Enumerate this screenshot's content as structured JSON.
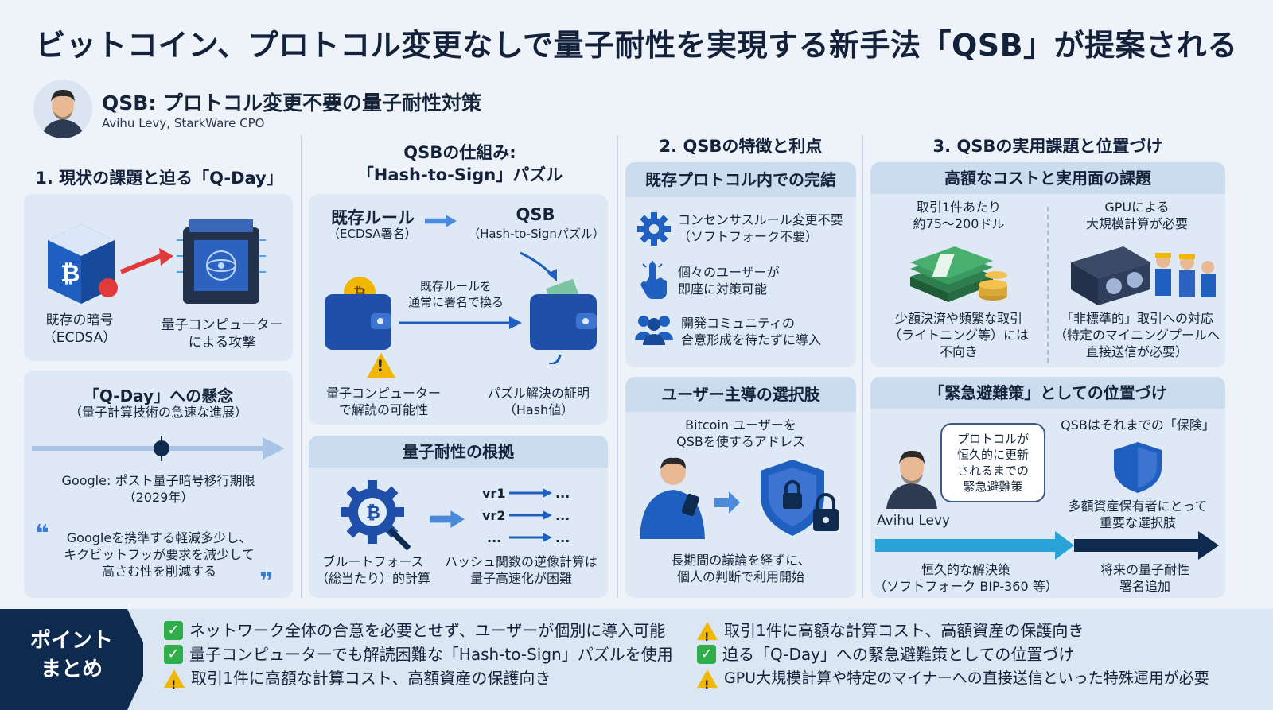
{
  "title": "ビットコイン、プロトコル変更なしで量子耐性を実現する新手法「QSB」が提案される",
  "header": {
    "subtitle": "QSB: プロトコル変更不要の量子耐性対策",
    "author": "Avihu Levy, StarkWare CPO"
  },
  "col1": {
    "heading": "1. 現状の課題と迫る「Q-Day」",
    "existing_crypto": [
      "既存の暗号",
      "（ECDSA）"
    ],
    "quantum_attack": [
      "量子コンピューター",
      "による攻撃"
    ],
    "qday_title": "「Q-Day」への懸念",
    "qday_sub": "（量子計算技術の急速な進展）",
    "google_label": [
      "Google: ポスト量子暗号移行期限",
      "（2029年）"
    ],
    "quote": [
      "Googleを携準する軽減多少し、",
      "キクビットフッが要求を減少して",
      "高さむ性を削減する"
    ]
  },
  "col2": {
    "heading": [
      "QSBの仕組み:",
      "「Hash-to-Sign」パズル"
    ],
    "rule_label": "既存ルール",
    "rule_sub": "（ECDSA署名）",
    "qsb_label": "QSB",
    "qsb_sub": "（Hash-to-Signパズル）",
    "replace_text": [
      "既存ルールを",
      "通常に署名で換る"
    ],
    "risk_text": [
      "量子コンピューター",
      "で解読の可能性"
    ],
    "proof_text": [
      "パズル解決の証明",
      "（Hash値）"
    ],
    "basis_head": "量子耐性の根拠",
    "vr1": "vr1",
    "vr2": "vr2",
    "ellipsis": "...",
    "brute_text": [
      "ブルートフォース",
      "（総当たり）的計算"
    ],
    "hash_text": [
      "ハッシュ関数の逆像計算は",
      "量子高速化が困難"
    ]
  },
  "col3": {
    "heading": "2. QSBの特徴と利点",
    "card1_head": "既存プロトコル内での完結",
    "feat1": [
      "コンセンサスルール変更不要",
      "（ソフトフォーク不要）"
    ],
    "feat2": [
      "個々のユーザーが",
      "即座に対策可能"
    ],
    "feat3": [
      "開発コミュニティの",
      "合意形成を待たずに導入"
    ],
    "card2_head": "ユーザー主導の選択肢",
    "user_text": [
      "Bitcoin ユーザーを",
      "QSBを使するアドレス"
    ],
    "long_text": [
      "長期間の議論を経ずに、",
      "個人の判断で利用開始"
    ]
  },
  "col4": {
    "heading": "3. QSBの実用課題と位置づけ",
    "card1_head": "高額なコストと実用面の課題",
    "cost_text": [
      "取引1件あたり",
      "約75〜200ドル"
    ],
    "gpu_text": [
      "GPUによる",
      "大規模計算が必要"
    ],
    "small_text": [
      "少額決済や頻繁な取引",
      "（ライトニング等）には",
      "不向き"
    ],
    "nonstd_text": [
      "「非標準的」取引への対応",
      "（特定のマイニングプールへ",
      "直接送信が必要）"
    ],
    "card2_head": "「緊急避難策」としての位置づけ",
    "bubble": [
      "プロトコルが",
      "恒久的に更新",
      "されるまでの",
      "緊急避難策"
    ],
    "insurance": "QSBはそれまでの「保険」",
    "person": "Avihu Levy",
    "holder_text": [
      "多額資産保有者にとって",
      "重要な選択肢"
    ],
    "perm_text": [
      "恒久的な解決策",
      "（ソフトフォーク BIP-360 等）"
    ],
    "future_text": [
      "将来の量子耐性",
      "署名追加"
    ]
  },
  "summary": {
    "label": [
      "ポイント",
      "まとめ"
    ],
    "left": [
      {
        "icon": "check",
        "text": "ネットワーク全体の合意を必要とせず、ユーザーが個別に導入可能"
      },
      {
        "icon": "check",
        "text": "量子コンピューターでも解読困難な「Hash-to-Sign」パズルを使用"
      },
      {
        "icon": "warn",
        "text": "取引1件に高額な計算コスト、高額資産の保護向き"
      }
    ],
    "right": [
      {
        "icon": "warn",
        "text": "取引1件に高額な計算コスト、高額資産の保護向き"
      },
      {
        "icon": "check",
        "text": "迫る「Q-Day」への緊急避難策としての位置づけ"
      },
      {
        "icon": "warn",
        "text": "GPU大規模計算や特定のマイナーへの直接送信といった特殊運用が必要"
      }
    ]
  },
  "colors": {
    "navy": "#0f2a4f",
    "blue": "#1f5fbf",
    "light_card": "#dfe9f5",
    "card_head": "#cbdcef",
    "warn": "#f2b705",
    "check": "#2fae4a"
  }
}
